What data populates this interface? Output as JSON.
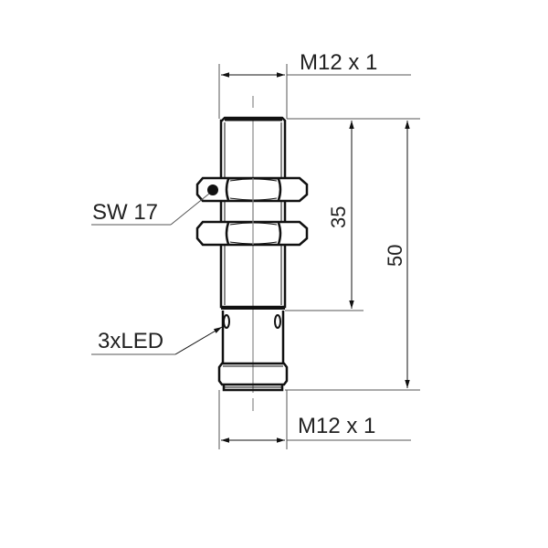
{
  "drawing": {
    "type": "technical dimension drawing",
    "subject": "cylindrical inductive sensor with two hex nuts"
  },
  "labels": {
    "thread_top": "M12 x 1",
    "thread_bottom": "M12 x 1",
    "wrench_size": "SW 17",
    "led": "3xLED",
    "dim_35": "35",
    "dim_50": "50"
  },
  "colors": {
    "outline": "#111111",
    "dimension": "#555555",
    "centerline": "#888888",
    "text": "#222222"
  }
}
